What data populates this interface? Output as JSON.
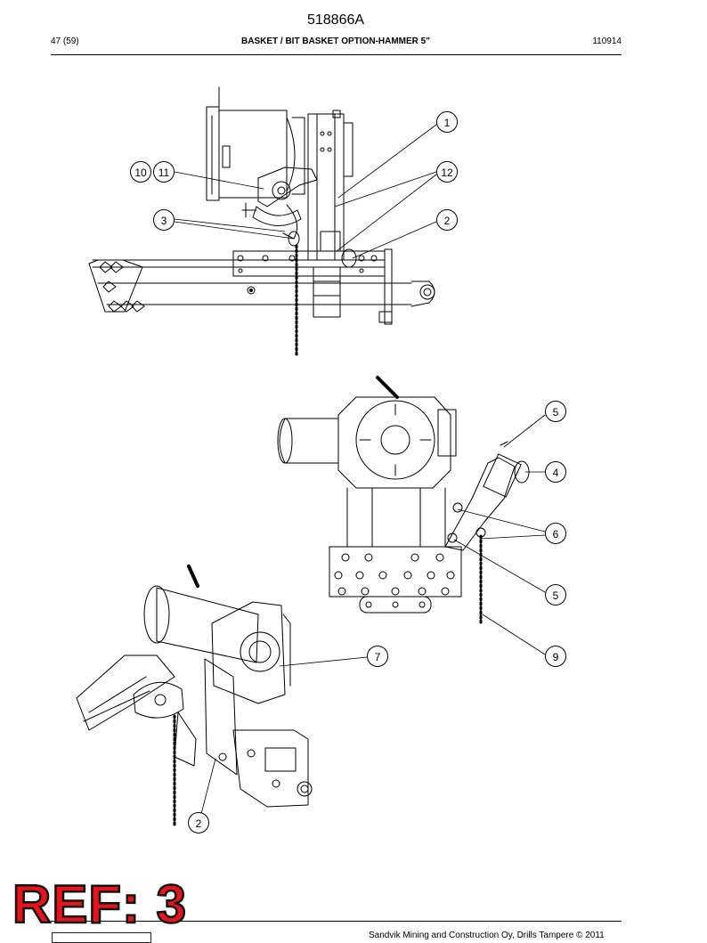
{
  "header": {
    "doc_number": "518866A",
    "page": "47 (59)",
    "title": "BASKET / BIT BASKET OPTION-HAMMER 5\"",
    "date_code": "110914"
  },
  "callouts": {
    "c1": "1",
    "c10": "10",
    "c11": "11",
    "c12": "12",
    "c3": "3",
    "c2_top": "2",
    "c5_top": "5",
    "c4": "4",
    "c6": "6",
    "c5_bottom": "5",
    "c9": "9",
    "c7": "7",
    "c2_bottom": "2"
  },
  "stamp": {
    "text": "REF: 3",
    "color": "#e8141c"
  },
  "footer": {
    "copyright": "Sandvik Mining and Construction Oy, Drills Tampere © 2011"
  }
}
